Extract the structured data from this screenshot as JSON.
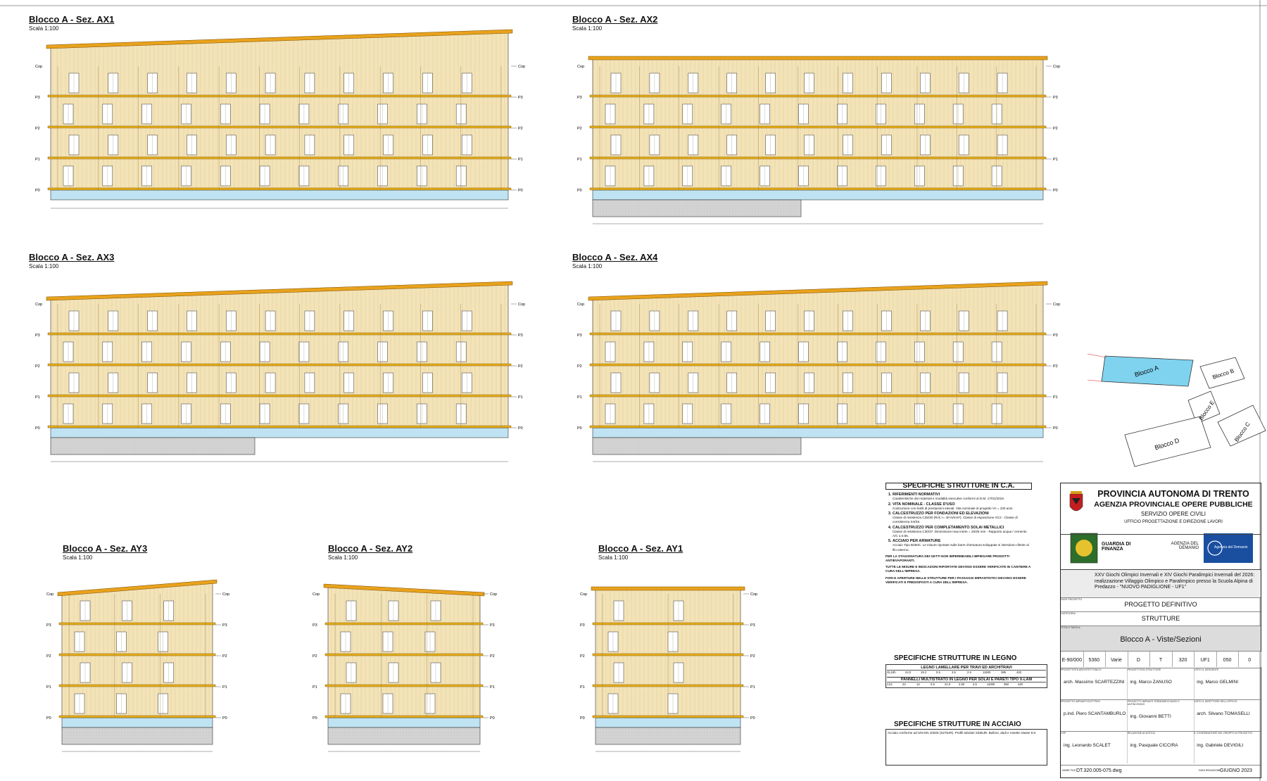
{
  "sections": {
    "ax1": {
      "title": "Blocco A - Sez. AX1",
      "scale": "Scala 1:100"
    },
    "ax2": {
      "title": "Blocco A - Sez. AX2",
      "scale": "Scala 1:100"
    },
    "ax3": {
      "title": "Blocco A - Sez. AX3",
      "scale": "Scala 1:100"
    },
    "ax4": {
      "title": "Blocco A - Sez. AX4",
      "scale": "Scala 1:100"
    },
    "ay3": {
      "title": "Blocco A - Sez. AY3",
      "scale": "Scala 1:100"
    },
    "ay2": {
      "title": "Blocco A - Sez. AY2",
      "scale": "Scala 1:100"
    },
    "ay1": {
      "title": "Blocco A - Sez. AY1",
      "scale": "Scala 1:100"
    }
  },
  "level_labels": {
    "cop": "Cop",
    "p3": "P3",
    "p2": "P2",
    "p1": "P1",
    "p0": "P0"
  },
  "keyplan": {
    "a": "Blocco A",
    "b": "Blocco B",
    "c": "Blocco C",
    "d": "Blocco D",
    "e": "Blocco E"
  },
  "spec_ca": {
    "title": "SPECIFICHE STRUTTURE IN C.A.",
    "items": [
      {
        "head": "RIFERIMENTI NORMATIVI",
        "body": "Caratteristiche dei materiali e modalità esecutive conformi al D.M. 17/01/2018."
      },
      {
        "head": "VITA NOMINALE - CLASSE D'USO",
        "body": "Costruzione con livelli di prestazioni elevati. Vita nominale di progetto Vn = 100 anni."
      },
      {
        "head": "CALCESTRUZZO PER FONDAZIONI ED ELEVAZIONI",
        "body": "Classe di resistenza C25/30 (Rck >= 30 N/mm²). Classe di esposizione XC2 - Classe di consistenza S4/S5."
      },
      {
        "head": "CALCESTRUZZO PER COMPLETAMENTO SOLAI METALLICI",
        "body": "Classe di resistenza C30/37. Dimensione max inerte = 20/25 mm - Rapporto acqua / cemento A/C ≤ 0.55."
      },
      {
        "head": "ACCIAIO PER ARMATURE",
        "body": "Acciaio Tipo B450C. Le misure riportate sulle barre d'armatura sviluppate si intendono riferite al filo esterno."
      }
    ],
    "nb1": "PER LA STAGIONATURA DEI GETTI NON IMPERMEABILI IMPIEGARE PRODOTTI ANTIEVAPORANTI.",
    "nb2": "TUTTE LE MISURE E INDICAZIONI RIPORTATE DEVONO ESSERE VERIFICATE IN CANTIERE A CURA DELL'IMPRESA.",
    "nb3": "FORI E APERTURE NELLE STRUTTURE PER I PASSAGGI IMPIANTISTICI DEVONO ESSERE VERIFICATI E PREDISPOSTI A CURA DELL'IMPRESA."
  },
  "spec_legno": {
    "title": "SPECIFICHE STRUTTURE IN LEGNO",
    "t1": "LEGNO LAMELLARE PER TRAVI ED ARCHITRAVI",
    "t2": "PANNELLI MULTISTRATO IN LEGNO PER SOLAI E PARETI TIPO X-LAM",
    "rows": [
      [
        "GL24h",
        "24.0",
        "19.2",
        "0.5",
        "3.5",
        "2.5",
        "11500",
        "385",
        "420"
      ],
      [
        "C24",
        "24",
        "14",
        "0.5",
        "21.0",
        "2.50",
        "2.5",
        "11000",
        "350",
        "420"
      ]
    ]
  },
  "spec_acciaio": {
    "title": "SPECIFICHE STRUTTURE IN ACCIAIO",
    "body": "Acciaio conforme ad UNI EN 10025 (S275JR). Profili tubolari S355JR. Bulloni, dadi e rosette classe 8.8."
  },
  "titleblock": {
    "ente1": "PROVINCIA AUTONOMA DI TRENTO",
    "ente2": "AGENZIA PROVINCIALE OPERE PUBBLICHE",
    "ente3": "SERVIZIO OPERE CIVILI",
    "ente4": "UFFICIO PROGETTAZIONE E DIREZIONE LAVORI",
    "gdf": "GUARDIA DI FINANZA",
    "demanio": "AGENZIA DEL DEMANIO",
    "demanio_logo": "Agenzia del Demanio",
    "project": "XXV Giochi Olimpici Invernali e XIV Giochi Paralimpici Invernali del 2026: realizzazione Villaggio Olimpico e Paralimpico presso la Scuola Alpina di Predazzo - \"NUOVO PADIGLIONE - UF1\"",
    "fase_label": "FASE PROGETTO",
    "fase": "PROGETTO DEFINITIVO",
    "cat_label": "CATEGORIA",
    "categoria": "STRUTTURE",
    "tit_label": "TITOLO TAVOLA",
    "titolo": "Blocco A - Viste/Sezioni",
    "codes_labels": [
      "N. APP",
      "C. SCC",
      "FASE PROGETTO",
      "TIPO TAVOLA",
      "CATEGORIA",
      "PARTE D'OPERA",
      "N. PROGR.",
      "REVISIONE"
    ],
    "codes": [
      "E-90/000",
      "5360",
      "Varie",
      "D",
      "T",
      "320",
      "UF1",
      "050",
      "0"
    ],
    "people": [
      {
        "role": "PROGETTISTA ARCHITETTONICO",
        "name": "arch. Massimo SCARTEZZINI"
      },
      {
        "role": "PROGETTISTA STRUTTURE",
        "name": "ing. Marco ZANUSO"
      },
      {
        "role": "VISTO IL DIRIGENTE",
        "name": "ing. Marco GELMINI"
      },
      {
        "role": "PROGETTO IMPIANTI ELETTRICI",
        "name": "p.ind. Piero SCANTAMBURLO"
      },
      {
        "role": "PROGETTO IMPIANTI TERMOMECCANICI E ANTINCENDIO",
        "name": "ing. Giovanni BETTI"
      },
      {
        "role": "VISTO IL DIRETTORE DELL'UFFICIO",
        "name": "arch. Silvano TOMASELLI"
      },
      {
        "role": "CSP",
        "name": "ing. Leonardo SCALET"
      },
      {
        "role": "RELAZIONE ACUSTICA",
        "name": "ing. Pasquale CICCIRA"
      },
      {
        "role": "IL COORDINATORE DEL GRUPPO DI PROGETTO",
        "name": "ing. Gabriele DEVIGILI"
      }
    ],
    "file_label": "NOME FILE",
    "file": "DT.320.005-075.dwg",
    "date_label": "DATA REDAZIONE",
    "date": "GIUGNO 2023"
  }
}
